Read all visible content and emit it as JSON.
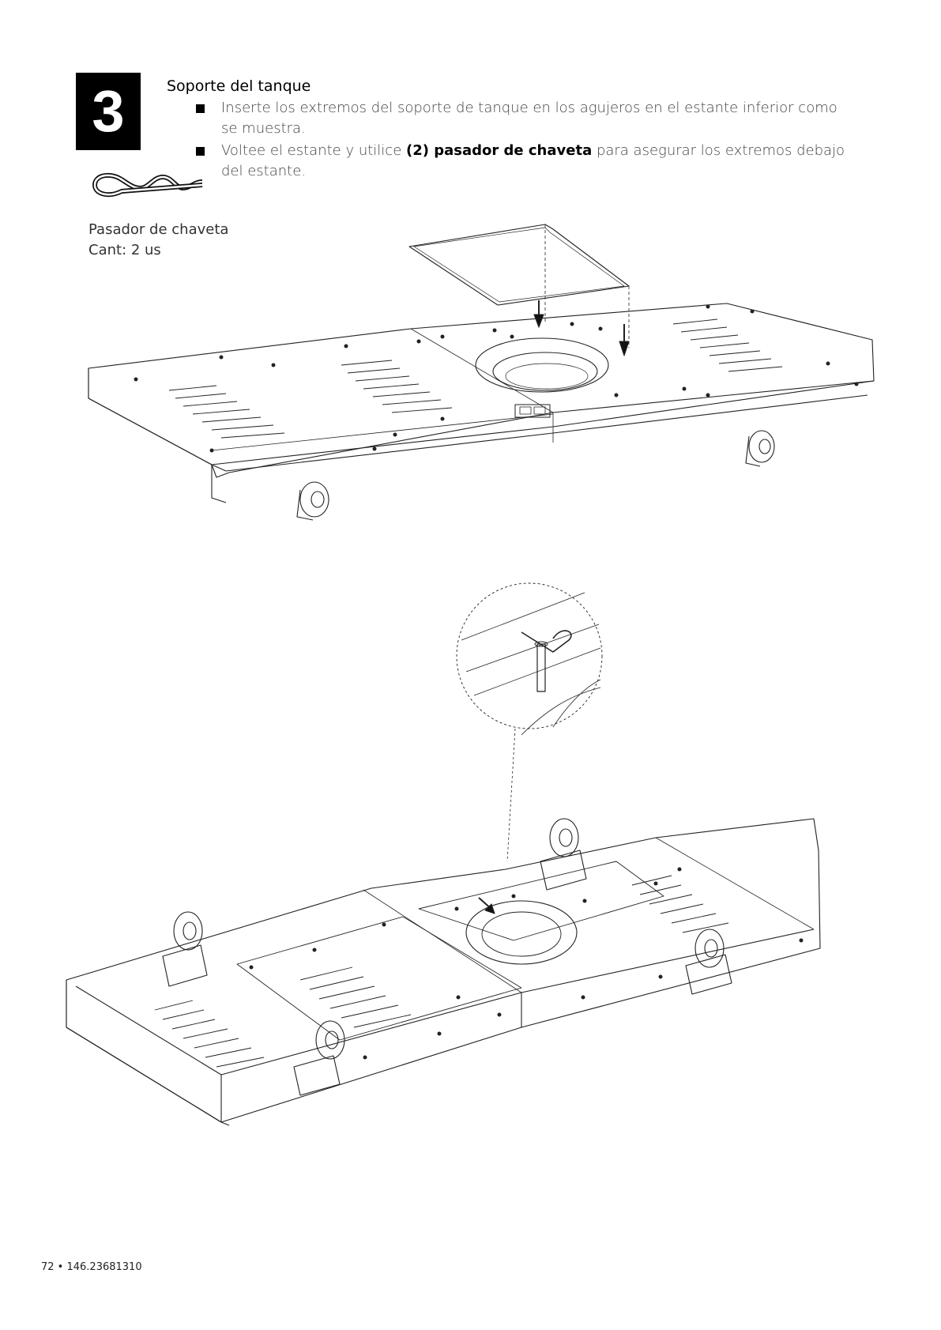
{
  "step": {
    "number": "3"
  },
  "section": {
    "title": "Soporte del tanque"
  },
  "instructions": [
    {
      "text_before": "Inserte los extremos del soporte de tanque en los agujeros en el estante inferior como se muestra.",
      "bold": "",
      "text_after": ""
    },
    {
      "text_before": "Voltee el estante y utilice ",
      "bold": "(2) pasador de chaveta",
      "text_after": " para asegurar los extremos debajo del estante."
    }
  ],
  "part": {
    "icon": "cotter-pin-icon",
    "name": "Pasador de chaveta",
    "quantity": "Cant: 2 us"
  },
  "footer": {
    "page_ref": "72 • 146.23681310"
  }
}
